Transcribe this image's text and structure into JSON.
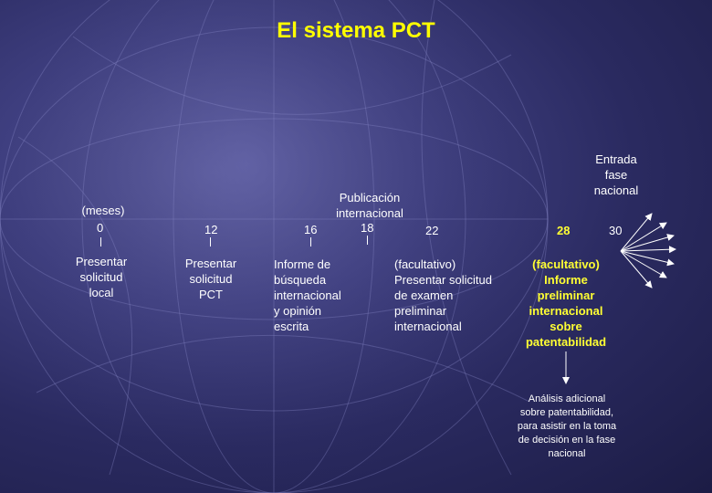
{
  "title": "El sistema PCT",
  "months_label": "(meses)",
  "ticks": {
    "t0": "0",
    "t12": "12",
    "t16": "16",
    "t18": "18",
    "t22": "22",
    "t28": "28",
    "t30": "30"
  },
  "entrada": "Entrada\nfase\nnacional",
  "publicacion": "Publicación\ninternacional",
  "steps": {
    "local": "Presentar\nsolicitud\nlocal",
    "pct": "Presentar\nsolicitud\nPCT",
    "informe": "Informe de\nbúsqueda\ninternacional\ny opinión\nescrita",
    "examen": "(facultativo)\nPresentar solicitud\nde examen\npreliminar\ninternacional",
    "iprp": "(facultativo)\nInforme\npreliminar\ninternacional\nsobre\npatentabilidad"
  },
  "analisis": "Análisis adicional\nsobre patentabilidad,\npara asistir en la toma\nde decisión en la fase\nnacional",
  "colors": {
    "title": "#ffff00",
    "highlight": "#ffff33",
    "text": "#ffffff"
  }
}
